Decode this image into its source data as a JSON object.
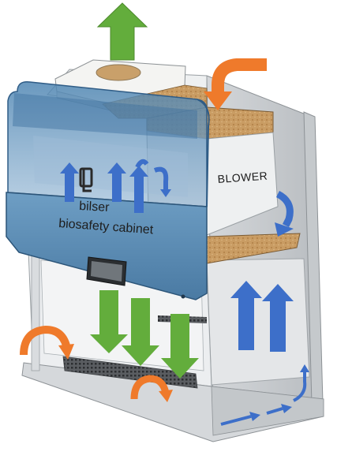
{
  "labels": {
    "blower": "BLOWER",
    "brand": "bilser",
    "product": "biosafety cabinet"
  },
  "colors": {
    "exhaust_arrow": "#63ad3c",
    "intake_arrow": "#ef7a2b",
    "circulation_arrow": "#3d6fc9",
    "front_panel": "#5c8fb8",
    "hepa_filter": "#c89a62",
    "cabinet_body": "#dfe1e3"
  },
  "icons": {
    "exhaust": "arrow-up-icon",
    "intake": "curved-arrow-down-icon",
    "downflow": "arrow-down-icon",
    "upflow": "arrow-up-icon"
  }
}
